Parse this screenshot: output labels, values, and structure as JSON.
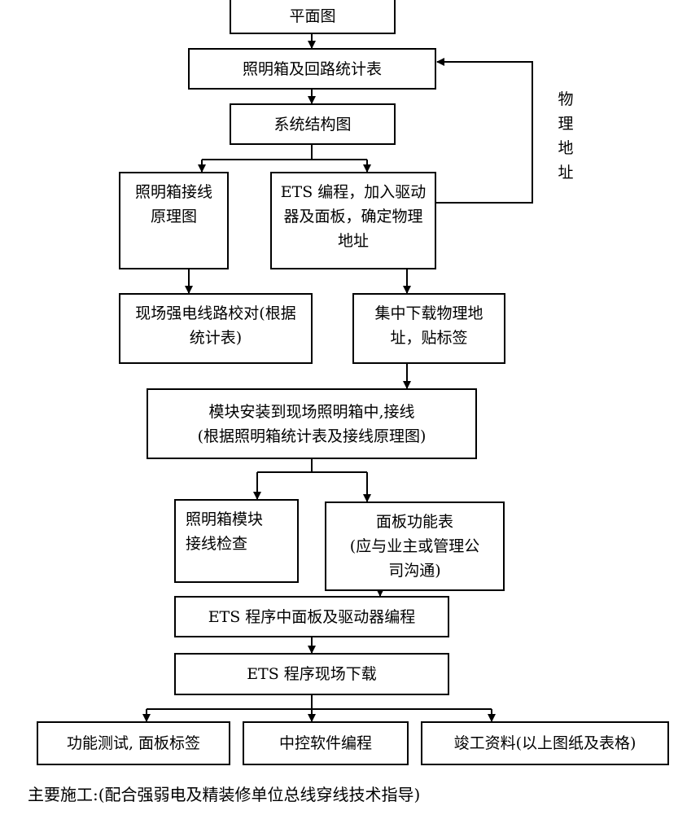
{
  "boxes": {
    "plan": "平面图",
    "stats": "照明箱及回路统计表",
    "structure": "系统结构图",
    "wiring_diagram": "照明箱接线\n原理图",
    "ets_program": "ETS 编程，加入驱动\n器及面板，确定物理\n地址",
    "field_check": "现场强电线路校对(根据\n统计表)",
    "download_addr": "集中下载物理地\n址，贴标签",
    "module_install": "模块安装到现场照明箱中,接线\n(根据照明箱统计表及接线原理图)",
    "module_check": "照明箱模块\n接线检查",
    "panel_table": "面板功能表\n(应与业主或管理公\n司沟通)",
    "ets_panel": "ETS 程序中面板及驱动器编程",
    "ets_download": "ETS 程序现场下载",
    "func_test": "功能测试, 面板标签",
    "central_control": "中控软件编程",
    "as_built": "竣工资料(以上图纸及表格)"
  },
  "side_label": "物\n理\n地\n址",
  "footer": "主要施工:(配合强弱电及精装修单位总线穿线技术指导)"
}
